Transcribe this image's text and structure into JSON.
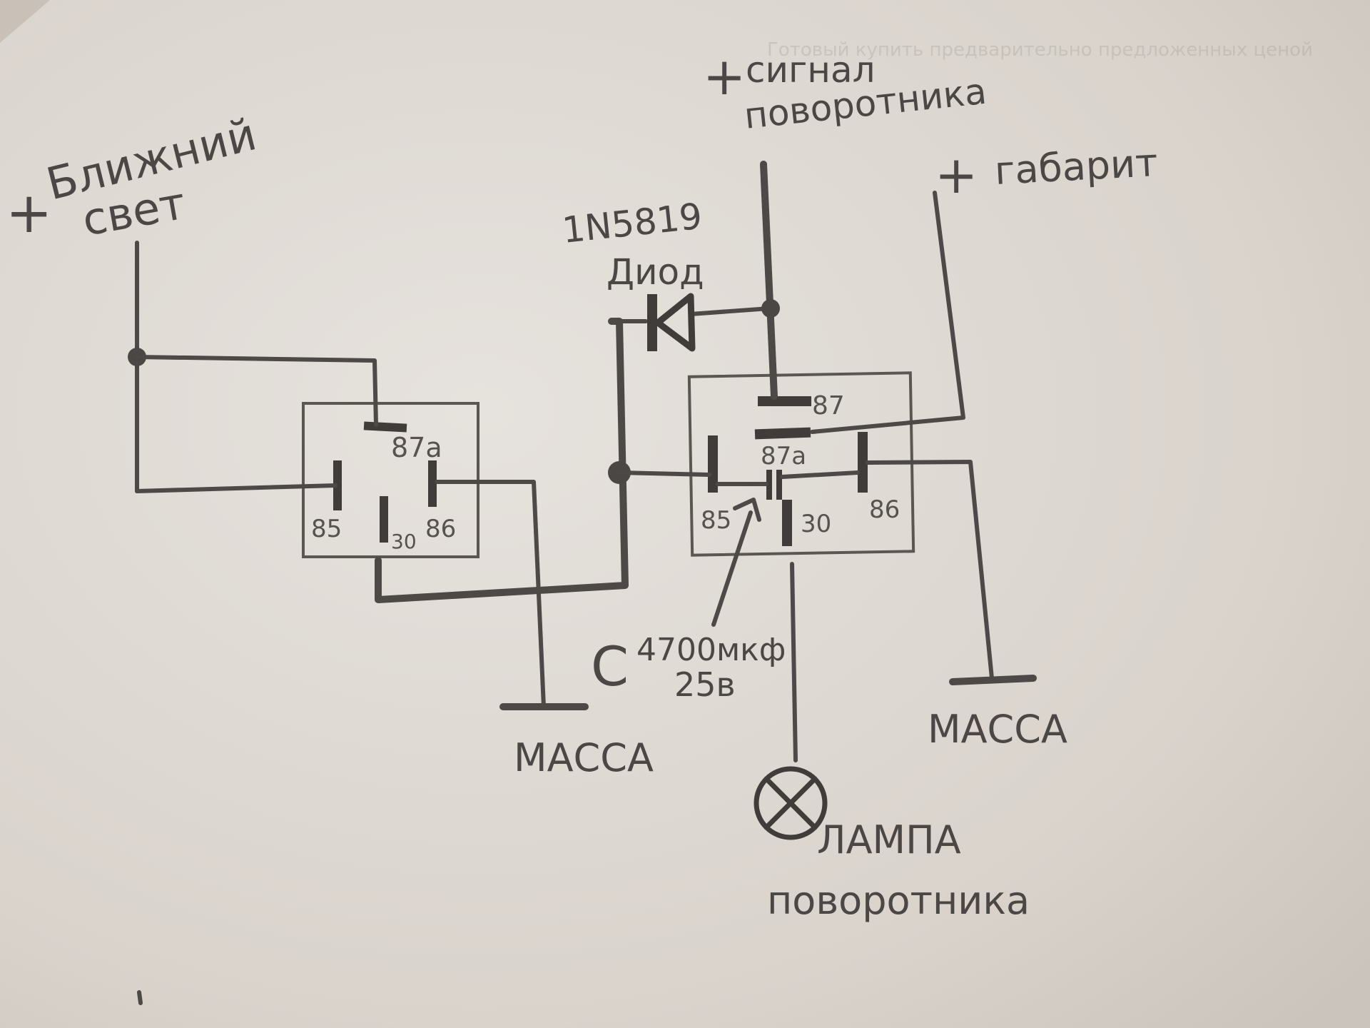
{
  "labels": {
    "low_beam_plus": "+",
    "low_beam_line1": "Ближний",
    "low_beam_line2": "свет",
    "turn_signal_plus": "+",
    "turn_signal_line1": "сигнал",
    "turn_signal_line2": "поворотника",
    "parking_plus": "+",
    "parking_text": "габарит",
    "diode_part": "1N5819",
    "diode_word": "Диод",
    "capacitor_letter": "C",
    "capacitor_value": "4700мкф",
    "capacitor_voltage": "25в",
    "ground_left": "МАССА",
    "ground_right": "МАССА",
    "lamp_line1": "ЛАМПА",
    "lamp_line2": "поворотника",
    "faint_bg_text": "Готовый купить предварительно предложенных ценой"
  },
  "relay_left": {
    "pin_87a": "87a",
    "pin_85": "85",
    "pin_30": "30",
    "pin_86": "86"
  },
  "relay_right": {
    "pin_87": "87",
    "pin_87a": "87a",
    "pin_85": "85",
    "pin_30": "30",
    "pin_86": "86"
  }
}
